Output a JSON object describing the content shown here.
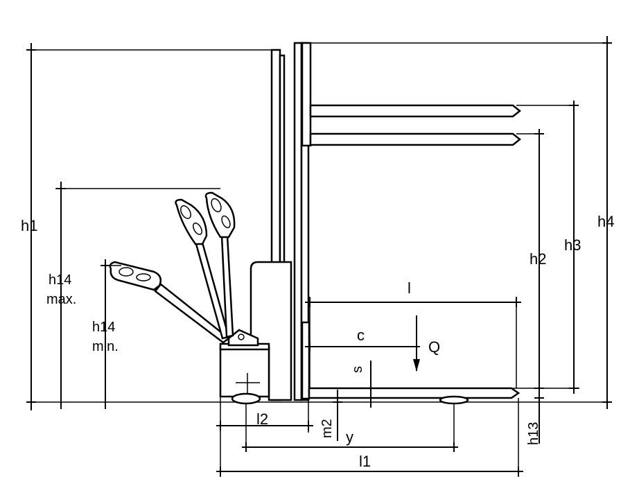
{
  "labels": {
    "h1": "h1",
    "h14_max": "h14",
    "max": "max.",
    "h14_min": "h14",
    "min": "min.",
    "h2": "h2",
    "h3": "h3",
    "h4": "h4",
    "l": "l",
    "c": "c",
    "Q": "Q",
    "s": "s",
    "l2": "l2",
    "m2": "m2",
    "y": "y",
    "l1": "l1",
    "h13": "h13"
  },
  "colors": {
    "line": "#000000",
    "background": "#ffffff"
  }
}
